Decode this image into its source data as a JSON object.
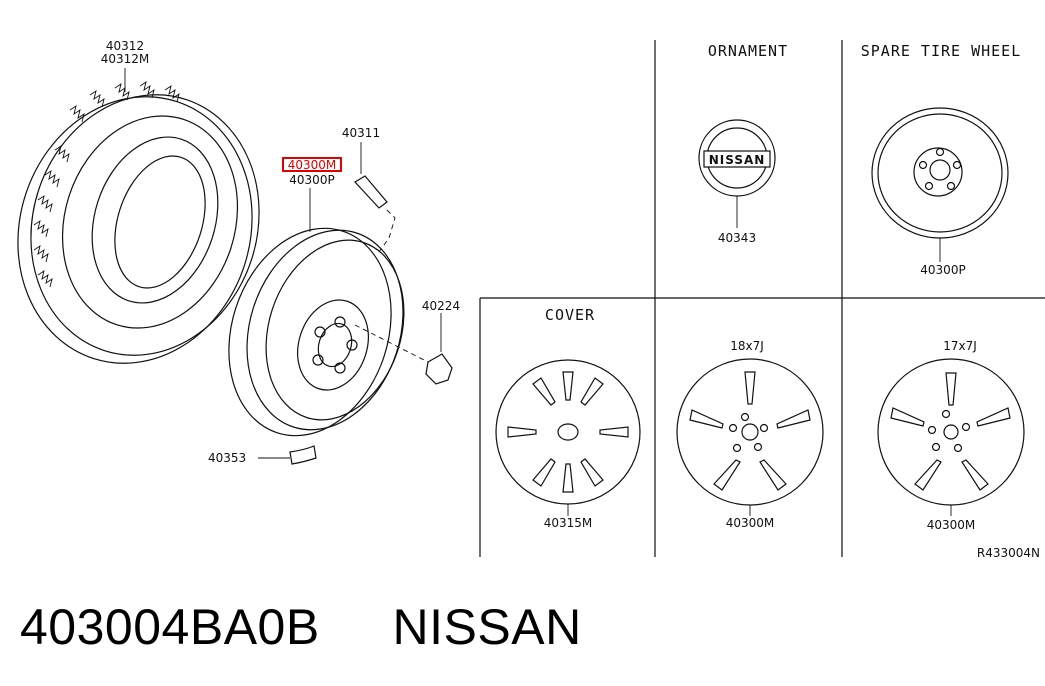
{
  "sections": {
    "ornament": "ORNAMENT",
    "spare": "SPARE TIRE WHEEL",
    "cover": "COVER",
    "size_18": "18x7J",
    "size_17": "17x7J"
  },
  "labels": {
    "tire_a": "40312",
    "tire_b": "40312M",
    "wheel_highlight": "40300M",
    "wheel_p": "40300P",
    "valve": "40311",
    "nut": "40224",
    "weight": "40353",
    "ornament_part": "40343",
    "spare_part": "40300P",
    "cover_part": "40315M",
    "alloy18_part": "40300M",
    "alloy17_part": "40300M",
    "diagram_ref": "R433004N"
  },
  "ornament_text": "NISSAN",
  "caption": {
    "part_number": "403004BA0B",
    "brand": "NISSAN"
  },
  "colors": {
    "highlight": "#e00000",
    "ink": "#111111"
  }
}
